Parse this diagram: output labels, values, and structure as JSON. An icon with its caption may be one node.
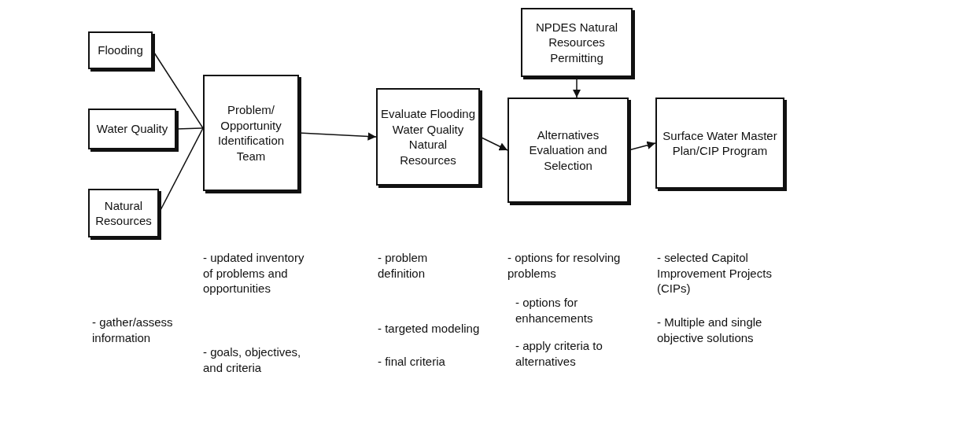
{
  "diagram": {
    "nodes": [
      {
        "text": [
          "Flooding"
        ]
      },
      {
        "text": [
          "Water Quality"
        ]
      },
      {
        "text": [
          "Natural Resources"
        ]
      },
      {
        "text": [
          "Problem/ Opportunity Identification Team"
        ]
      },
      {
        "text": [
          "Evaluate Flooding Water Quality Natural Resources"
        ]
      },
      {
        "text": [
          "NPDES Natural Resources Permitting"
        ]
      },
      {
        "text": [
          "Alternatives Evaluation and Selection"
        ]
      },
      {
        "text": [
          "Surface Water Master Plan/CIP Program"
        ]
      }
    ],
    "edges": [
      {
        "from": 0,
        "to": 3,
        "arrow": "none"
      },
      {
        "from": 1,
        "to": 3,
        "arrow": "none"
      },
      {
        "from": 2,
        "to": 3,
        "arrow": "none"
      },
      {
        "from": 3,
        "to": 4,
        "arrow": "to"
      },
      {
        "from": 4,
        "to": 6,
        "arrow": "to"
      },
      {
        "from": 5,
        "to": 6,
        "arrow": "to"
      },
      {
        "from": 6,
        "to": 7,
        "arrow": "to"
      }
    ],
    "labels": [
      "- gather/assess information",
      "- updated inventory of problems and opportunities",
      "- goals, objectives, and criteria",
      "- problem definition",
      "- targeted modeling",
      "- final criteria",
      "- options for resolving problems",
      "- options for enhancements",
      "- apply criteria to alternatives",
      "- selected Capitol Improvement Projects (CIPs)",
      "- Multiple and single objective solutions"
    ]
  }
}
